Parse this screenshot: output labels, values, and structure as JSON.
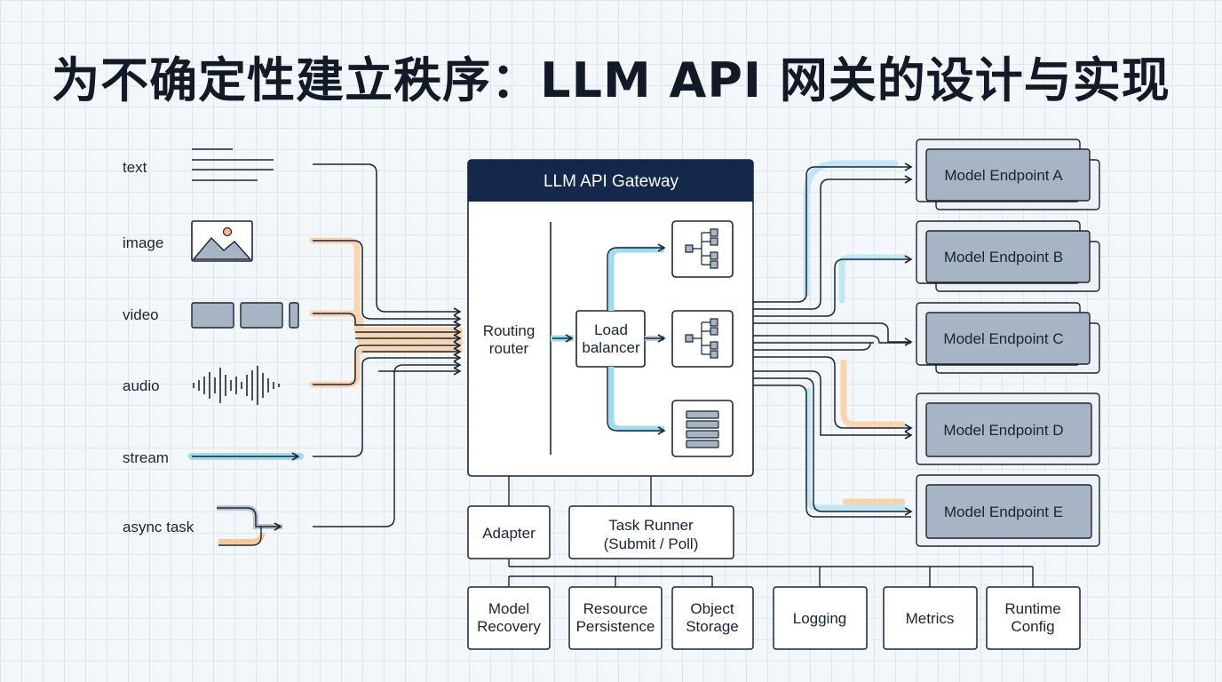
{
  "title": "为不确定性建立秩序：LLM API 网关的设计与实现",
  "inputs": [
    {
      "label": "text",
      "icon": "text-lines-icon"
    },
    {
      "label": "image",
      "icon": "image-icon"
    },
    {
      "label": "video",
      "icon": "video-frames-icon"
    },
    {
      "label": "audio",
      "icon": "audio-waveform-icon"
    },
    {
      "label": "stream",
      "icon": "stream-arrow-icon"
    },
    {
      "label": "async task",
      "icon": "async-task-icon"
    }
  ],
  "gateway": {
    "title": "LLM API Gateway",
    "routing": [
      "Routing",
      "router"
    ],
    "load_balancer": [
      "Load",
      "balancer"
    ]
  },
  "endpoints": [
    "Model Endpoint A",
    "Model Endpoint B",
    "Model Endpoint C",
    "Model Endpoint D",
    "Model Endpoint E"
  ],
  "adapter": "Adapter",
  "task_runner": [
    "Task Runner",
    "(Submit / Poll)"
  ],
  "bottom_boxes": [
    [
      "Model",
      "Recovery"
    ],
    [
      "Resource",
      "Persistence"
    ],
    [
      "Object",
      "Storage"
    ],
    [
      "Logging"
    ],
    [
      "Metrics"
    ],
    [
      "Runtime",
      "Config"
    ]
  ],
  "colors": {
    "primary": "#13284a",
    "line": "#1b2533",
    "accent_blue": "#7fd3ea",
    "accent_orange": "#f6c79a",
    "endpoint_fill": "#a7b4c3"
  }
}
